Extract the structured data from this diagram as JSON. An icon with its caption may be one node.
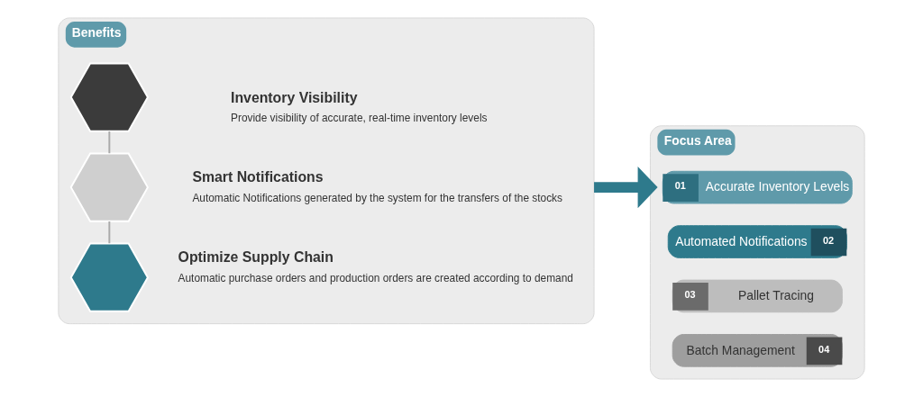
{
  "diagram": {
    "nodes": [
      {
        "text": [
          "Benefits"
        ]
      },
      {
        "text": [],
        "shape": "hexagon",
        "in": 0
      },
      {
        "text": [
          "Inventory Visibility",
          "Provide visibility of accurate, real-time inventory levels"
        ],
        "in": 0
      },
      {
        "text": [],
        "shape": "hexagon",
        "in": 0
      },
      {
        "text": [
          "Smart Notifications",
          "Automatic Notifications generated by the system for the transfers of the stocks"
        ],
        "in": 0
      },
      {
        "text": [],
        "shape": "hexagon",
        "in": 0
      },
      {
        "text": [
          "Optimize Supply Chain",
          "Automatic purchase orders and production orders are created according to demand"
        ],
        "in": 0
      },
      {
        "text": [
          "Focus Area"
        ]
      },
      {
        "text": [
          "01",
          "Accurate Inventory Levels"
        ],
        "in": 7
      },
      {
        "text": [
          "Automated Notifications",
          "02"
        ],
        "in": 7
      },
      {
        "text": [
          "03",
          "Pallet Tracing"
        ],
        "in": 7
      },
      {
        "text": [
          "Batch Management",
          "04"
        ],
        "in": 7
      }
    ],
    "edges": [
      {
        "from": 1,
        "to": 3,
        "arrow": "none"
      },
      {
        "from": 3,
        "to": 5,
        "arrow": "none"
      },
      {
        "from": 0,
        "to": 7,
        "arrow": "to",
        "style": "thick",
        "color": "#2e7a8c"
      }
    ]
  }
}
